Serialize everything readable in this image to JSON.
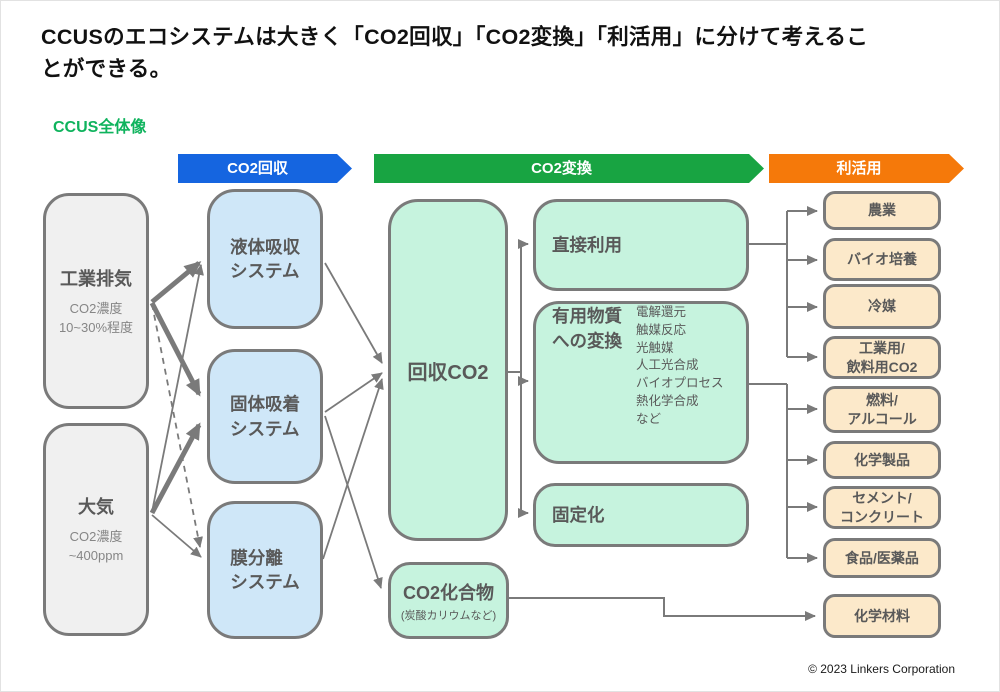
{
  "title": "CCUSのエコシステムは大きく「CO2回収」「CO2変換」「利活用」に分けて考えるこ\nとができる。",
  "section_label": "CCUS全体像",
  "banners": {
    "capture": {
      "label": "CO2回収"
    },
    "conversion": {
      "label": "CO2変換"
    },
    "utilization": {
      "label": "利活用"
    }
  },
  "sources": [
    {
      "label": "工業排気",
      "note": "CO2濃度\n10~30%程度"
    },
    {
      "label": "大気",
      "note": "CO2濃度\n~400ppm"
    }
  ],
  "capture_systems": [
    {
      "label": "液体吸収\nシステム"
    },
    {
      "label": "固体吸着\nシステム"
    },
    {
      "label": "膜分離\nシステム"
    }
  ],
  "captured_co2": {
    "label": "回収CO2"
  },
  "co2_compound": {
    "label": "CO2化合物",
    "note": "(炭酸カリウムなど)"
  },
  "conversions": [
    {
      "label": "直接利用"
    },
    {
      "label": "有用物質\nへの変換",
      "methods": "電解還元\n触媒反応\n光触媒\n人工光合成\nバイオプロセス\n熱化学合成\nなど"
    },
    {
      "label": "固定化"
    }
  ],
  "applications": [
    {
      "label": "農業"
    },
    {
      "label": "バイオ培養"
    },
    {
      "label": "冷媒"
    },
    {
      "label": "工業用/\n飲料用CO2"
    },
    {
      "label": "燃料/\nアルコール"
    },
    {
      "label": "化学製品"
    },
    {
      "label": "セメント/\nコンクリート"
    },
    {
      "label": "食品/医薬品"
    },
    {
      "label": "化学材料"
    }
  ],
  "footer": "© 2023 Linkers Corporation",
  "colors": {
    "banner_capture": "#1565e0",
    "banner_conversion": "#18a442",
    "banner_utilization": "#f5790a",
    "section_label_green": "#0fb35d",
    "gray_fill": "#f0f0f0",
    "blue_fill": "#cfe7f8",
    "mint_fill": "#c6f3de",
    "tan_fill": "#fce9ca",
    "box_border": "#7a7a7a",
    "arrow_gray": "#7a7a7a",
    "label_text": "#595959"
  }
}
